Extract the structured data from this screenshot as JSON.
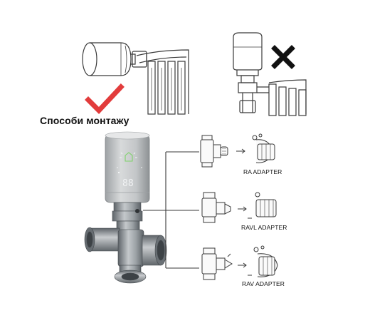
{
  "title": "Способи монтажу",
  "adapters": [
    {
      "label": "RA ADAPTER"
    },
    {
      "label": "RAVL ADAPTER"
    },
    {
      "label": "RAV ADAPTER"
    }
  ],
  "colors": {
    "check": "#e23c3c",
    "cross": "#111111",
    "line": "#3a3a3a",
    "thermostat_body": "#b9bcbe",
    "valve_metal": "#8f959a"
  },
  "icons": [
    "check-mark-icon",
    "cross-mark-icon"
  ],
  "thermostat_display": "88"
}
